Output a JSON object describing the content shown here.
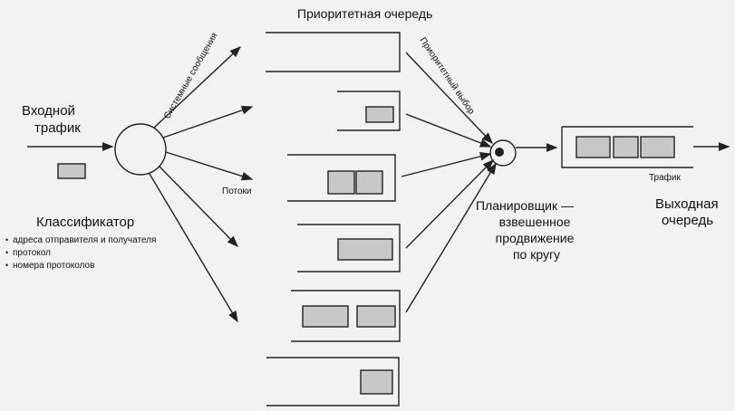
{
  "diagram": {
    "priority_queue_label": "Приоритетная очередь",
    "input_traffic_line1": "Входной",
    "input_traffic_line2": "трафик",
    "system_messages_label": "Системные сообщения",
    "priority_select_label": "Приоритетный выбор",
    "flows_label": "Потоки",
    "classifier_label": "Классификатор",
    "classifier_criteria": [
      "адреса отправителя и получателя",
      "протокол",
      "номера протоколов"
    ],
    "scheduler_line1": "Планировщик —",
    "scheduler_line2": "взвешенное",
    "scheduler_line3": "продвижение",
    "scheduler_line4": "по кругу",
    "traffic_label": "Трафик",
    "output_queue_line1": "Выходная",
    "output_queue_line2": "очередь",
    "colors": {
      "ink": "#222222",
      "packet_fill": "#c8c8c8",
      "background": "#f2f2f2"
    }
  }
}
